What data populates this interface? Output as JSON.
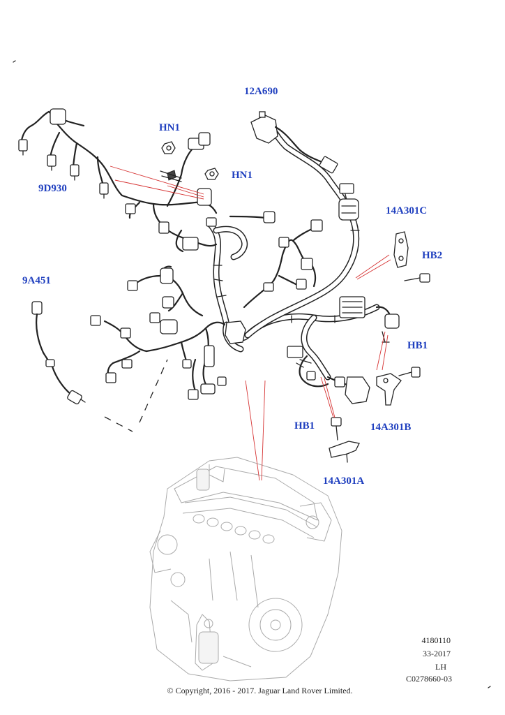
{
  "diagram": {
    "callouts": [
      {
        "id": "12a690",
        "text": "12A690"
      },
      {
        "id": "hn1-top",
        "text": "HN1"
      },
      {
        "id": "hn1-right",
        "text": "HN1"
      },
      {
        "id": "9d930",
        "text": "9D930"
      },
      {
        "id": "14a301c",
        "text": "14A301C"
      },
      {
        "id": "hb2",
        "text": "HB2"
      },
      {
        "id": "9a451",
        "text": "9A451"
      },
      {
        "id": "hb1-right",
        "text": "HB1"
      },
      {
        "id": "hb1-lower",
        "text": "HB1"
      },
      {
        "id": "14a301b",
        "text": "14A301B"
      },
      {
        "id": "14a301a",
        "text": "14A301A"
      }
    ],
    "meta": {
      "ref_number": "4180110",
      "date_code": "33-2017",
      "side": "LH",
      "illustration_code": "C0278660-03"
    },
    "copyright": "© Copyright, 2016 - 2017. Jaguar Land Rover Limited.",
    "colors": {
      "callout": "#1f3fbf",
      "leader_line": "#d63333",
      "line_art": "#222222",
      "engine_art": "#aaaaaa"
    }
  }
}
